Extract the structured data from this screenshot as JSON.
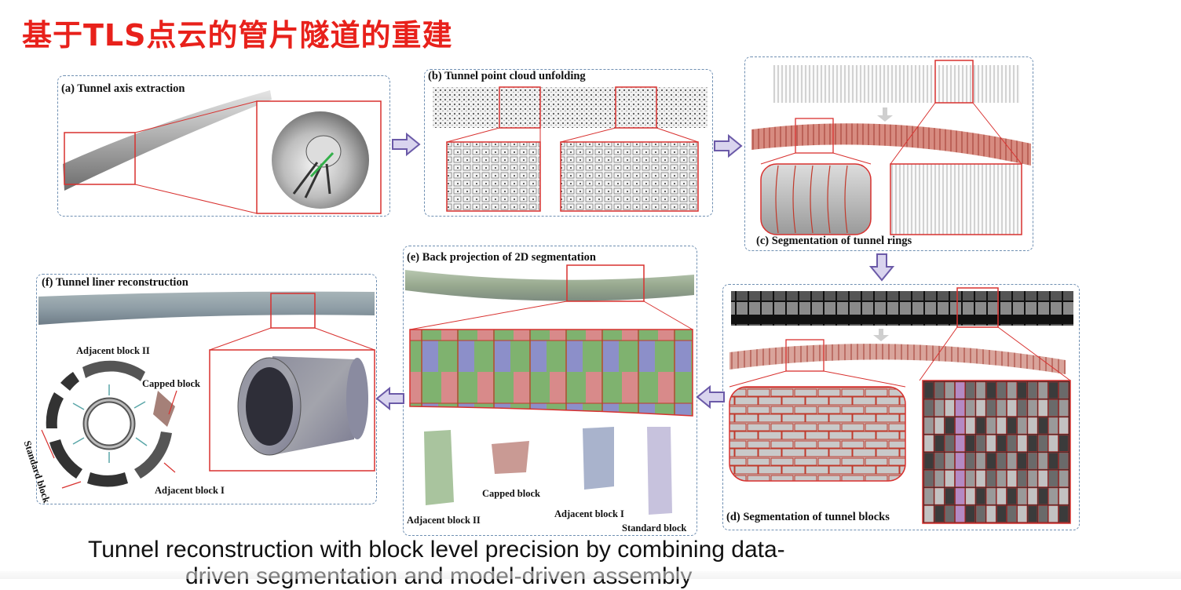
{
  "slide": {
    "title": "基于TLS点云的管片隧道的重建",
    "caption_line1": "Tunnel reconstruction with block level precision by combining data-",
    "caption_line2": "driven segmentation and model-driven assembly"
  },
  "panels": {
    "a": {
      "label": "(a) Tunnel axis extraction"
    },
    "b": {
      "label": "(b) Tunnel point cloud unfolding"
    },
    "c": {
      "label": "(c) Segmentation of tunnel rings"
    },
    "d": {
      "label": "(d) Segmentation of tunnel blocks"
    },
    "e": {
      "label": "(e) Back projection of 2D segmentation",
      "block_adj2": "Adjacent block II",
      "block_capped": "Capped block",
      "block_adj1": "Adjacent block I",
      "block_std": "Standard block"
    },
    "f": {
      "label": "(f) Tunnel liner reconstruction",
      "block_adj2": "Adjacent block II",
      "block_capped": "Capped block",
      "block_std": "Standard block",
      "block_adj1": "Adjacent block I"
    }
  },
  "colors": {
    "title_red": "#e8211b",
    "panel_border": "#6f8fb2",
    "highlight_red": "#d8312f",
    "arrow_fill": "#d9d4ee",
    "arrow_stroke": "#6b5aa8"
  },
  "icons": [
    "flow-arrow-icon"
  ]
}
